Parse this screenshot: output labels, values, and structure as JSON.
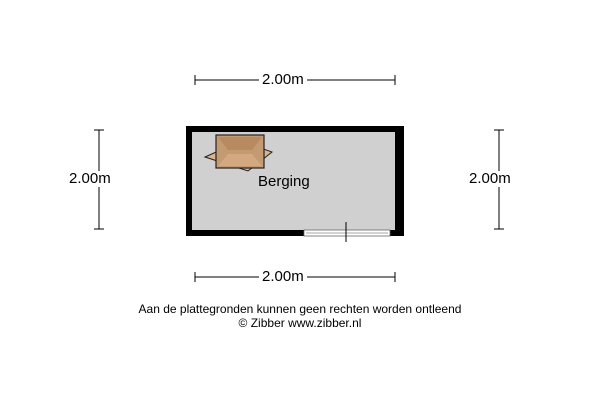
{
  "dimensions": {
    "top": "2.00m",
    "bottom": "2.00m",
    "left": "2.00m",
    "right": "2.00m"
  },
  "room": {
    "name": "Berging",
    "floor_color": "#d0d0d0",
    "wall_color": "#000000"
  },
  "footer": {
    "disclaimer": "Aan de plattegronden kunnen geen rechten worden ontleend",
    "credit": "© Zibber www.zibber.nl"
  }
}
